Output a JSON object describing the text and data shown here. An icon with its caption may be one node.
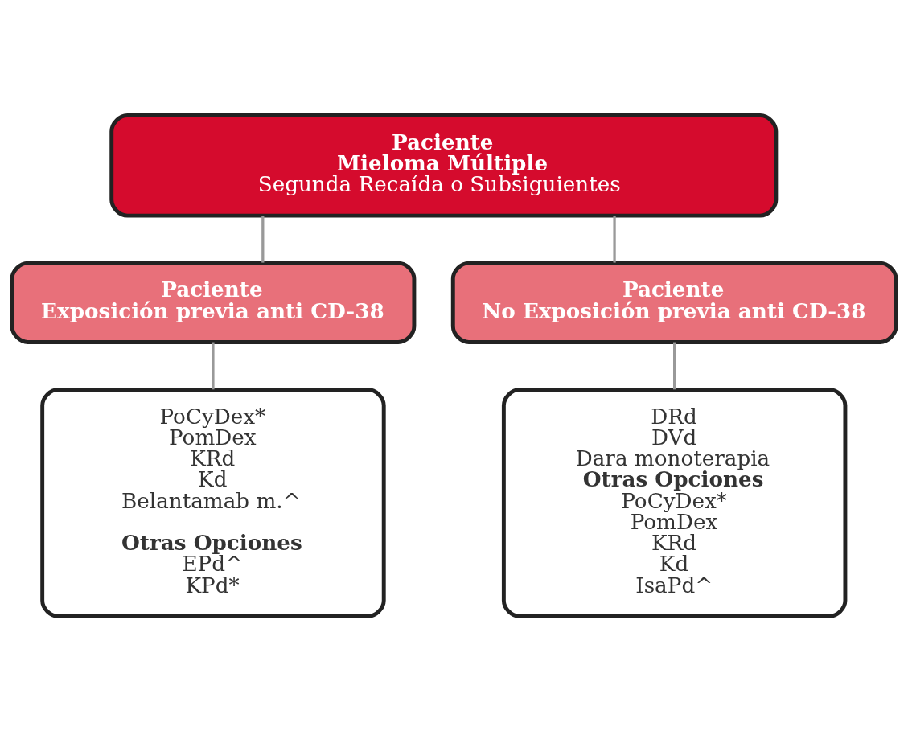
{
  "diagram": {
    "nodes": [
      {
        "text": [
          "Paciente",
          "Mieloma Múltiple",
          "Segunda Recaída o Subsiguientes"
        ]
      },
      {
        "text": [
          "Paciente",
          "Exposición previa anti CD-38"
        ]
      },
      {
        "text": [
          "Paciente",
          "No Exposición previa anti CD-38"
        ]
      },
      {
        "text": [
          "PoCyDex*",
          "PomDex",
          "KRd",
          "Kd",
          "Belantamab m.^",
          "Otras Opciones",
          "EPd^",
          "KPd*"
        ]
      },
      {
        "text": [
          "DRd",
          "DVd",
          "Dara monoterapia",
          "Otras Opciones",
          "PoCyDex*",
          "PomDex",
          "KRd",
          "Kd",
          "IsaPd^"
        ]
      }
    ],
    "edges": [
      {
        "from": 0,
        "to": 1,
        "arrow": "none"
      },
      {
        "from": 0,
        "to": 2,
        "arrow": "none"
      },
      {
        "from": 1,
        "to": 3,
        "arrow": "none"
      },
      {
        "from": 2,
        "to": 4,
        "arrow": "none"
      }
    ]
  }
}
